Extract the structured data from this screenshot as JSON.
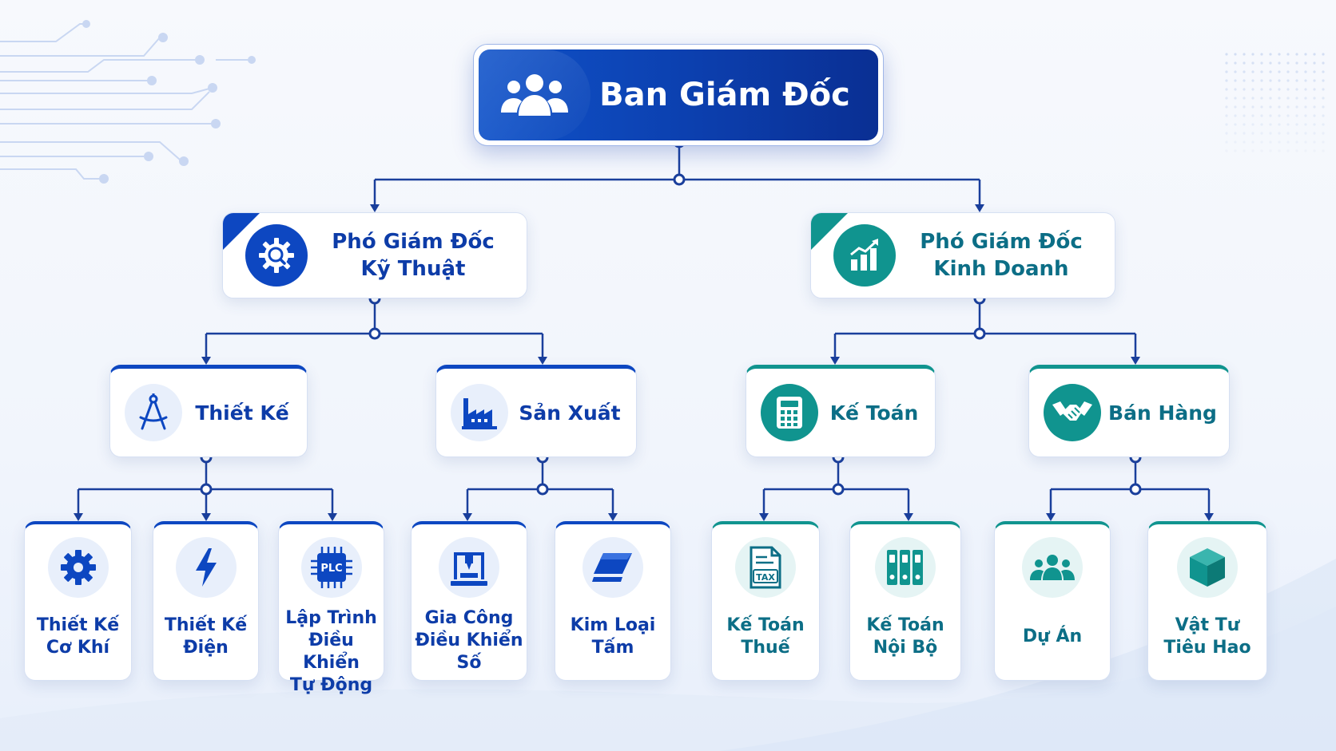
{
  "colors": {
    "blue_primary": "#0d47c1",
    "blue_dark": "#0a2f93",
    "teal_primary": "#10948f",
    "line": "#1a3f9c"
  },
  "root": {
    "label": "Ban Giám Đốc",
    "icon": "people-group-icon"
  },
  "deputies": [
    {
      "id": "ky-thuat",
      "lines": [
        "Phó Giám Đốc",
        "Kỹ Thuật"
      ],
      "icon": "gear-search-icon",
      "theme": "blue"
    },
    {
      "id": "kinh-doanh",
      "lines": [
        "Phó Giám Đốc",
        "Kinh Doanh"
      ],
      "icon": "growth-chart-icon",
      "theme": "teal"
    }
  ],
  "departments": [
    {
      "id": "thiet-ke",
      "label": "Thiết Kế",
      "icon": "drafting-compass-icon",
      "theme": "blue"
    },
    {
      "id": "san-xuat",
      "label": "Sản Xuất",
      "icon": "factory-icon",
      "theme": "blue"
    },
    {
      "id": "ke-toan",
      "label": "Kế Toán",
      "icon": "calculator-icon",
      "theme": "teal"
    },
    {
      "id": "ban-hang",
      "label": "Bán Hàng",
      "icon": "handshake-icon",
      "theme": "teal"
    }
  ],
  "leaves": [
    {
      "id": "thiet-ke-co-khi",
      "lines": [
        "Thiết Kế",
        "Cơ Khí"
      ],
      "icon": "gear-icon",
      "theme": "blue"
    },
    {
      "id": "thiet-ke-dien",
      "lines": [
        "Thiết Kế",
        "Điện"
      ],
      "icon": "lightning-bolt-icon",
      "theme": "blue"
    },
    {
      "id": "lap-trinh",
      "lines": [
        "Lập Trình",
        "Điều Khiển",
        "Tự Động"
      ],
      "icon": "plc-chip-icon",
      "icon_text": "PLC",
      "theme": "blue"
    },
    {
      "id": "gia-cong",
      "lines": [
        "Gia Công",
        "Điều Khiển Số"
      ],
      "icon": "cnc-machine-icon",
      "theme": "blue"
    },
    {
      "id": "kim-loai",
      "lines": [
        "Kim Loại",
        "Tấm"
      ],
      "icon": "metal-sheet-icon",
      "theme": "blue"
    },
    {
      "id": "ke-toan-thue",
      "lines": [
        "Kế Toán",
        "Thuế"
      ],
      "icon": "tax-document-icon",
      "icon_text": "TAX",
      "theme": "teal"
    },
    {
      "id": "ke-toan-noi-bo",
      "lines": [
        "Kế Toán",
        "Nội Bộ"
      ],
      "icon": "binders-icon",
      "theme": "teal"
    },
    {
      "id": "du-an",
      "lines": [
        "Dự Án"
      ],
      "icon": "team-icon",
      "theme": "teal"
    },
    {
      "id": "vat-tu",
      "lines": [
        "Vật Tư",
        "Tiêu Hao"
      ],
      "icon": "box-icon",
      "theme": "teal"
    }
  ]
}
